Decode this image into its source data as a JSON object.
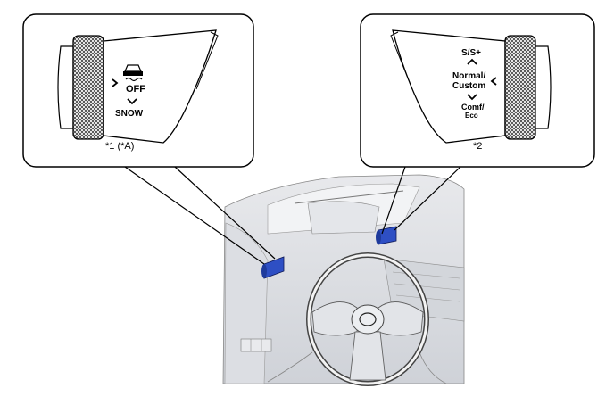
{
  "callout_left": {
    "caption": "*1 (*A)",
    "switch_labels": {
      "traction_off_icon_text": "OFF",
      "snow": "SNOW"
    }
  },
  "callout_right": {
    "caption": "*2",
    "switch_labels": {
      "sport": "S/S+",
      "normal_line1": "Normal/",
      "normal_line2": "Custom",
      "comfort_line1": "Comf/",
      "comfort_line2": "Eco"
    }
  },
  "colors": {
    "highlight_switch": "#2e4fc4",
    "outline": "#111111",
    "dash_shading": "#d9dbe0"
  }
}
